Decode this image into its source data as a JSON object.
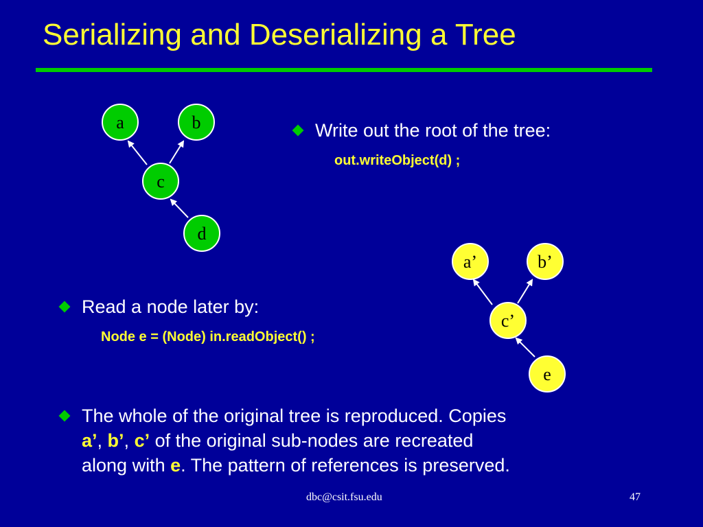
{
  "title": "Serializing and Deserializing a Tree",
  "colors": {
    "background": "#000099",
    "title": "#ffff33",
    "rule": "#00cc00",
    "bullet": "#00cc00",
    "original_node": "#00cc00",
    "copy_node": "#ffff33"
  },
  "tree_original": {
    "a": "a",
    "b": "b",
    "c": "c",
    "d": "d"
  },
  "tree_copy": {
    "a": "a’",
    "b": "b’",
    "c": "c’",
    "e": "e"
  },
  "bullet1": {
    "text": "Write out the root of the tree:",
    "code": "out.writeObject(d) ;"
  },
  "bullet2": {
    "text": "Read a node later by:",
    "code": "Node e = (Node) in.readObject() ;"
  },
  "bullet3": {
    "line1": "The whole of the original tree is reproduced.  Copies",
    "a": "a’",
    "sep1": ", ",
    "b": "b’",
    "sep2": ", ",
    "c": "c’",
    "line2_rest": " of the original sub-nodes are recreated",
    "line3_start": "along with ",
    "e": "e",
    "line3_end": ".  The pattern of references is preserved."
  },
  "footer": {
    "email": "dbc@csit.fsu.edu",
    "page": "47"
  }
}
